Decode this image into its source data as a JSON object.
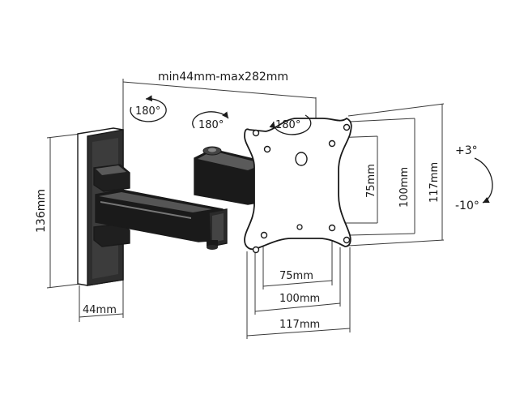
{
  "dimensions": {
    "arm_extension": "min44mm-max282mm",
    "wall_plate_height": "136mm",
    "wall_plate_width": "44mm",
    "vesa_inner_vertical": "75mm",
    "vesa_mid_vertical": "100mm",
    "vesa_outer_vertical": "117mm",
    "vesa_inner_horizontal": "75mm",
    "vesa_mid_horizontal": "100mm",
    "vesa_outer_horizontal": "117mm"
  },
  "rotations": {
    "swivel_wall": "180°",
    "swivel_mid": "180°",
    "swivel_plate": "180°"
  },
  "tilt": {
    "up": "+3°",
    "down": "-10°"
  }
}
